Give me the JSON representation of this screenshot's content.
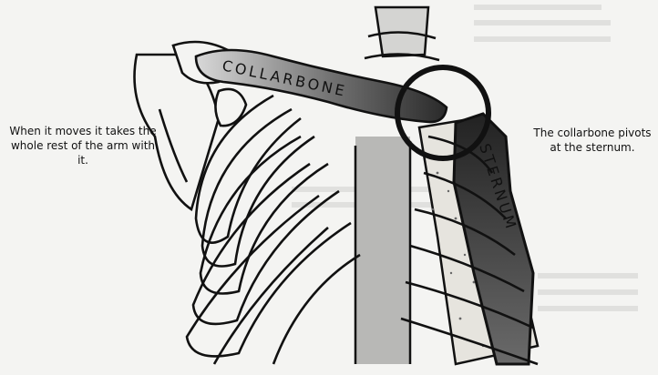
{
  "labels": {
    "collarbone": "COLLARBONE",
    "sternum": "STERNUM"
  },
  "notes": {
    "left": "When it moves it takes the whole rest of the arm with it.",
    "right": "The collarbone pivots at the sternum."
  },
  "colors": {
    "background": "#f4f4f2",
    "ink": "#111111",
    "bone_shading": "#4a4a4a",
    "highlight_circle": "#111111"
  }
}
